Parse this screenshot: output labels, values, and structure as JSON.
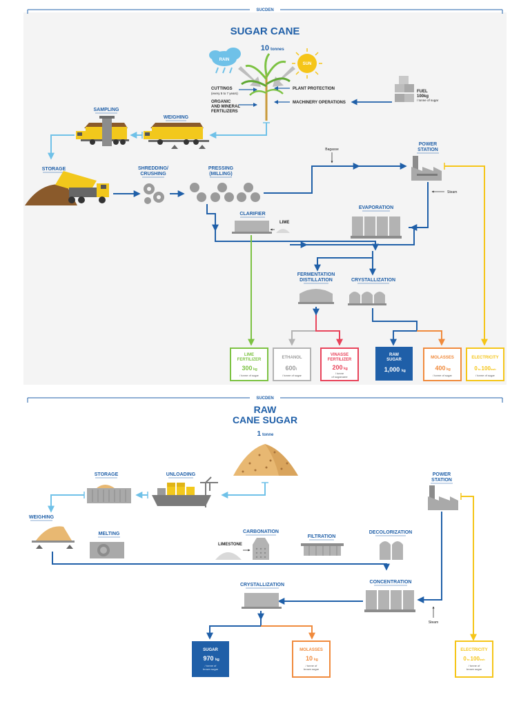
{
  "colors": {
    "blue": "#1f5fa8",
    "light_blue": "#6fc1e8",
    "green": "#7cc242",
    "grey": "#b3b3b3",
    "red": "#e8435a",
    "orange": "#f08a3c",
    "yellow": "#f5c518",
    "truck_yellow": "#f2c81c",
    "background": "#f4f4f4"
  },
  "top": {
    "brand": "SUCDEN",
    "title": "SUGAR CANE",
    "amount": "10",
    "amount_unit": "tonnes",
    "rain": "RAIN",
    "sun": "SUN",
    "cuttings": "CUTTINGS",
    "cuttings_note": "(every 5 to 7 years)",
    "organic1": "ORGANIC",
    "organic2": "AND MINERAL",
    "organic3": "FERTILIZERS",
    "plant_protection": "PLANT PROTECTION",
    "machinery": "MACHINERY OPERATIONS",
    "fuel": "FUEL",
    "fuel_amount": "100kg",
    "fuel_note": "/ tonne of sugar",
    "sampling": "SAMPLING",
    "weighing": "WEIGHING",
    "storage": "STORAGE",
    "shredding1": "SHREDDING/",
    "shredding2": "CRUSHING",
    "pressing1": "PRESSING",
    "pressing2": "(MILLING)",
    "bagasse": "Bagasse",
    "power1": "POWER",
    "power2": "STATION",
    "steam": "Steam",
    "clarifier": "CLARIFIER",
    "lime": "LIME",
    "evaporation": "EVAPORATION",
    "fermentation1": "FERMENTATION",
    "fermentation2": "DISTILLATION",
    "crystallization": "CRYSTALLIZATION",
    "outputs": {
      "lime_fert": {
        "l1": "LIME",
        "l2": "FERTILIZER",
        "value": "300",
        "unit": "kg",
        "note": "/ tonne of sugar"
      },
      "ethanol": {
        "l1": "ETHANOL",
        "value": "600",
        "unit": "l",
        "note": "/ tonne of sugar"
      },
      "vinasse": {
        "l1": "VINASSE",
        "l2": "FERTILIZER",
        "value": "200",
        "unit": "kg",
        "note1": "/ tonne",
        "note2": "of sugarcane"
      },
      "raw_sugar": {
        "l1": "RAW",
        "l2": "SUGAR",
        "value": "1,000",
        "unit": "kg"
      },
      "molasses": {
        "l1": "MOLASSES",
        "value": "400",
        "unit": "kg",
        "note": "/ tonne of sugar"
      },
      "electricity": {
        "l1": "ELECTRICITY",
        "value": "0",
        "value2": "to",
        "value3": "100",
        "unit": "kwh",
        "note": "/ tonne of sugar"
      }
    }
  },
  "bottom": {
    "brand": "SUCDEN",
    "title1": "RAW",
    "title2": "CANE SUGAR",
    "amount": "1",
    "amount_unit": "tonne",
    "storage": "STORAGE",
    "unloading": "UNLOADING",
    "power1": "POWER",
    "power2": "STATION",
    "weighing": "WEIGHING",
    "melting": "MELTING",
    "carbonation": "CARBONATION",
    "limestone": "LIMESTONE",
    "filtration": "FILTRATION",
    "decolorization": "DECOLORIZATION",
    "crystallization": "CRYSTALLIZATION",
    "concentration": "CONCENTRATION",
    "steam": "Steam",
    "outputs": {
      "sugar": {
        "l1": "SUGAR",
        "value": "970",
        "unit": "kg",
        "note1": "/ tonne of",
        "note2": "brown sugar"
      },
      "molasses": {
        "l1": "MOLASSES",
        "value": "10",
        "unit": "kg",
        "note1": "/ tonne of",
        "note2": "brown sugar"
      },
      "electricity": {
        "l1": "ELECTRICITY",
        "value": "0",
        "value2": "to",
        "value3": "100",
        "unit": "kwh",
        "note1": "/ tonne of",
        "note2": "brown sugar"
      }
    }
  }
}
